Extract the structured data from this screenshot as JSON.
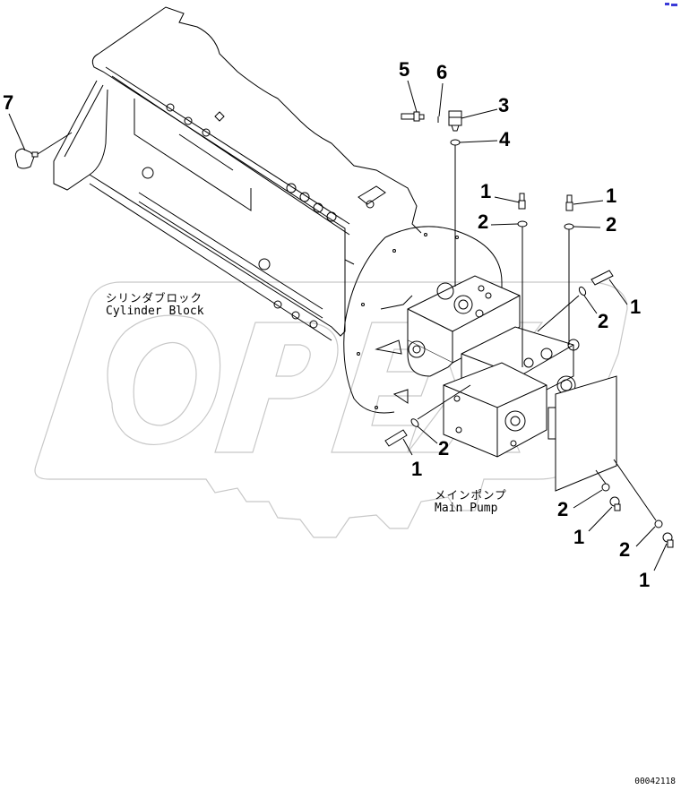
{
  "diagram": {
    "type": "exploded-parts-view",
    "watermark": "OPEX",
    "document_number": "00042118",
    "labels": {
      "cylinder_block": {
        "jp": "シリンダブロック",
        "en": "Cylinder Block"
      },
      "main_pump": {
        "jp": "メインポンプ",
        "en": "Main Pump"
      }
    },
    "callouts": [
      {
        "id": "c7",
        "number": "7",
        "part": "sensor-connector"
      },
      {
        "id": "c5",
        "number": "5",
        "part": "sensor-plug"
      },
      {
        "id": "c6",
        "number": "6",
        "part": "pin"
      },
      {
        "id": "c3",
        "number": "3",
        "part": "sensor"
      },
      {
        "id": "c4",
        "number": "4",
        "part": "o-ring"
      },
      {
        "id": "c1a",
        "number": "1",
        "part": "plug"
      },
      {
        "id": "c2a",
        "number": "2",
        "part": "o-ring"
      },
      {
        "id": "c1b",
        "number": "1",
        "part": "plug"
      },
      {
        "id": "c2b",
        "number": "2",
        "part": "o-ring"
      },
      {
        "id": "c1c",
        "number": "1",
        "part": "plug"
      },
      {
        "id": "c2c",
        "number": "2",
        "part": "o-ring"
      },
      {
        "id": "c2d",
        "number": "2",
        "part": "o-ring"
      },
      {
        "id": "c1d",
        "number": "1",
        "part": "plug"
      },
      {
        "id": "c2e",
        "number": "2",
        "part": "o-ring"
      },
      {
        "id": "c1e",
        "number": "1",
        "part": "plug"
      },
      {
        "id": "c2f",
        "number": "2",
        "part": "o-ring"
      },
      {
        "id": "c1f",
        "number": "1",
        "part": "plug"
      }
    ],
    "colors": {
      "line": "#000000",
      "watermark": "#c8c8c8",
      "corner_mark": "#3a3ad8",
      "background": "#ffffff"
    }
  }
}
